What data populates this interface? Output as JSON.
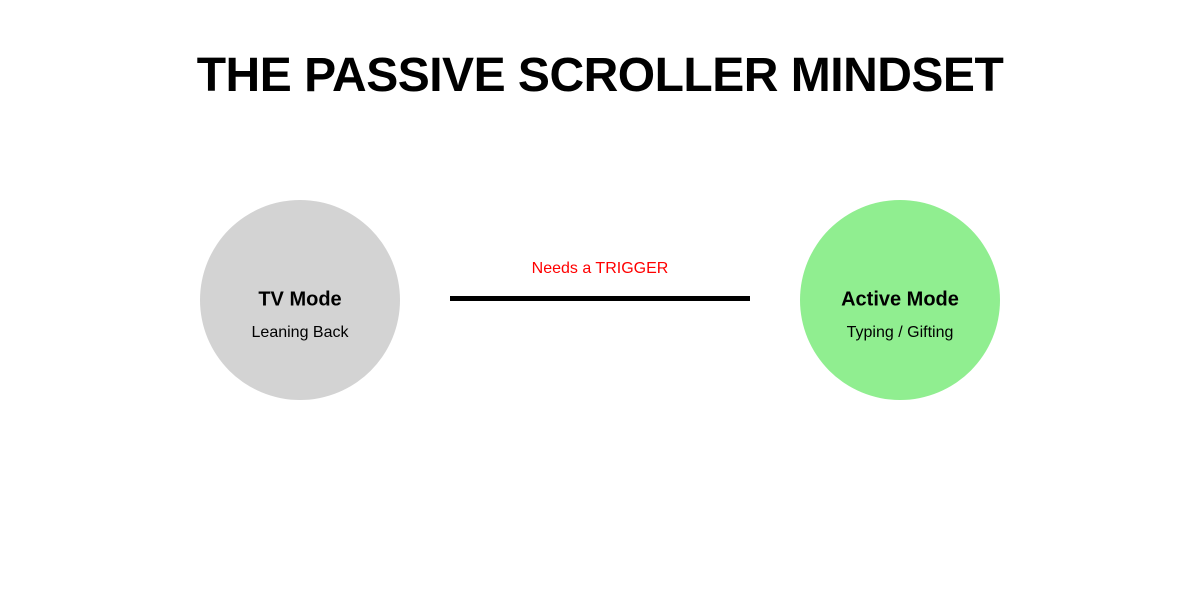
{
  "title": "THE PASSIVE SCROLLER MINDSET",
  "nodes": {
    "left": {
      "title": "TV Mode",
      "subtitle": "Leaning Back"
    },
    "right": {
      "title": "Active Mode",
      "subtitle": "Typing / Gifting"
    }
  },
  "connector": {
    "label": "Needs a TRIGGER"
  },
  "colors": {
    "background": "#ffffff",
    "title_text": "#000000",
    "left_circle": "#d3d3d3",
    "right_circle": "#90ee90",
    "connector_line": "#000000",
    "connector_label": "#ff0000"
  }
}
